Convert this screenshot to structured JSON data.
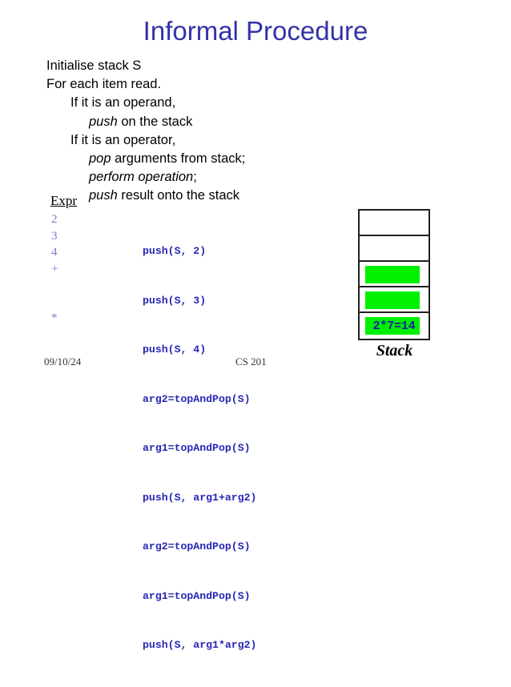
{
  "slide": {
    "title": "Informal Procedure",
    "procedure_lines": [
      {
        "indent": 0,
        "text": "Initialise stack S"
      },
      {
        "indent": 0,
        "text": "For each item read."
      },
      {
        "indent": 1,
        "text": "If it is an operand,"
      },
      {
        "indent": 2,
        "emphasis": "push",
        "text": " on the stack"
      },
      {
        "indent": 1,
        "text": "If it is an operator,"
      },
      {
        "indent": 2,
        "emphasis": "pop",
        "text": " arguments from stack;"
      },
      {
        "indent": 2,
        "emphasis": "perform operation",
        "text": ";"
      },
      {
        "indent": 2,
        "emphasis": "push",
        "text": " result onto the stack"
      }
    ],
    "trace": {
      "expr_header": "Expr",
      "expr_values": [
        "2",
        "3",
        "4",
        "+",
        "",
        "",
        "*",
        "",
        ""
      ],
      "code_lines": [
        "push(S, 2)",
        "push(S, 3)",
        "push(S, 4)",
        "arg2=topAndPop(S)",
        "arg1=topAndPop(S)",
        "push(S, arg1+arg2)",
        "arg2=topAndPop(S)",
        "arg1=topAndPop(S)",
        "push(S, arg1*arg2)"
      ]
    },
    "stack": {
      "label": "Stack",
      "cells": [
        {
          "filled": false,
          "text": ""
        },
        {
          "filled": false,
          "text": ""
        },
        {
          "filled": true,
          "text": ""
        },
        {
          "filled": true,
          "text": ""
        },
        {
          "filled": true,
          "text": "2*7=14"
        }
      ]
    },
    "footer": {
      "date": "09/10/24",
      "course": "CS 201"
    },
    "colors": {
      "title": "#3333A8",
      "code": "#2727B4",
      "expr": "#7B7BD0",
      "highlight": "#00F000",
      "border": "#231F20"
    }
  }
}
